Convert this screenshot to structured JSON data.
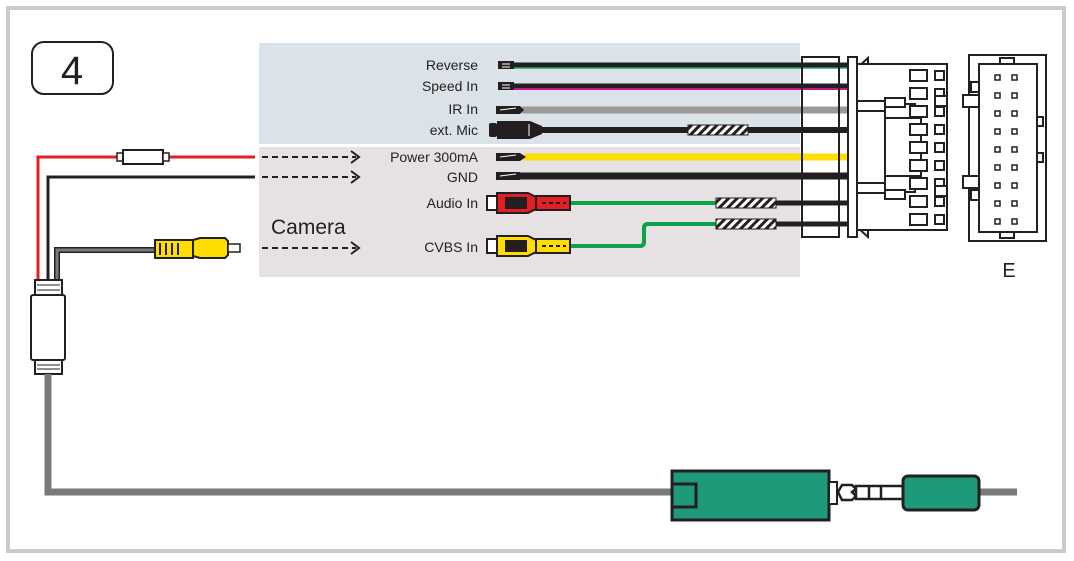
{
  "figure": {
    "step_number": "4",
    "device_label": "Camera",
    "connector_label": "E"
  },
  "wires": [
    {
      "label": "Reverse",
      "color": "#1fa37a",
      "connector": "pin"
    },
    {
      "label": "Speed In",
      "color": "#c2188b",
      "connector": "pin"
    },
    {
      "label": "IR In",
      "color": "#9a9a9a",
      "connector": "blade"
    },
    {
      "label": "ext. Mic",
      "color": "#231f20",
      "connector": "jack"
    },
    {
      "label": "Power 300mA",
      "color": "#ffdd00",
      "connector": "blade"
    },
    {
      "label": "GND",
      "color": "#231f20",
      "connector": "blade"
    },
    {
      "label": "Audio In",
      "color": "#e31e24",
      "connector": "rca"
    },
    {
      "label": "CVBS In",
      "color": "#ffdd00",
      "connector": "rca"
    }
  ],
  "colors": {
    "panel_top": "#dce3e8",
    "panel_bottom": "#e6e1e3",
    "cable_gray": "#7a7a7a",
    "module_green": "#1e9a7a",
    "signal_green": "#0da14b",
    "power_red": "#e31e24"
  }
}
